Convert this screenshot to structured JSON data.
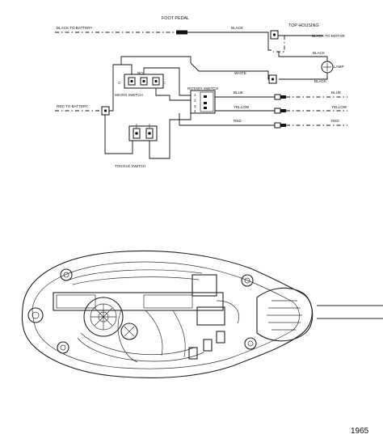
{
  "schematic": {
    "foot_pedal": "FOOT PEDAL",
    "top_housing": "TOP HOUSING",
    "black_to_battery": "BLACK TO BATTERY",
    "black_top": "BLACK",
    "black_to_motor": "BLACK TO MOTOR",
    "black_lamp_upper": "BLACK",
    "lamp": "LAMP",
    "black_lamp_lower": "BLACK",
    "white": "WHITE",
    "rotary_switch": "ROTARY SWITCH",
    "c": "C",
    "no": "NO",
    "nc": "NC",
    "micro_switch": "MICRO SWITCH",
    "red_to_battery": "RED TO BATTERY",
    "blue_left": "BLUE",
    "yellow_left": "YELLOW",
    "red_left": "RED",
    "blue_right": "BLUE",
    "yellow_right": "YELLOW",
    "red_right": "RED",
    "toggle_switch": "TOGGLE SWITCH",
    "rotary_pin_1": "1",
    "rotary_pin_2": "2",
    "rotary_pin_3": "3",
    "rotary_pin_4": "4"
  },
  "footer": {
    "diagram_number": "1965"
  }
}
